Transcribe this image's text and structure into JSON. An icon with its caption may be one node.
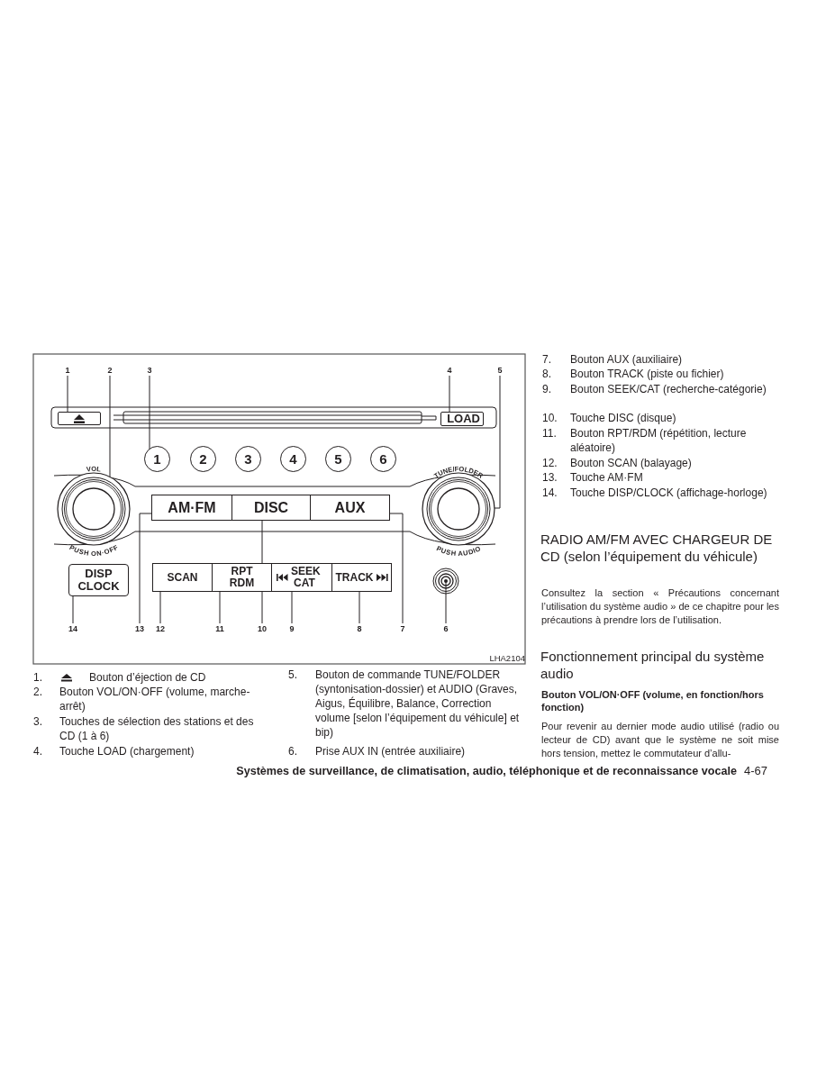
{
  "diagram": {
    "nodes": [
      {
        "text": [
          "1"
        ]
      },
      {
        "text": [
          "2"
        ]
      },
      {
        "text": [
          "3"
        ]
      },
      {
        "text": [
          "4"
        ]
      },
      {
        "text": [
          "5"
        ]
      },
      {
        "text": [
          "6"
        ]
      },
      {
        "text": [
          "7"
        ]
      },
      {
        "text": [
          "8"
        ]
      },
      {
        "text": [
          "9"
        ]
      },
      {
        "text": [
          "10"
        ]
      },
      {
        "text": [
          "11"
        ]
      },
      {
        "text": [
          "12"
        ]
      },
      {
        "text": [
          "13"
        ]
      },
      {
        "text": [
          "14"
        ]
      },
      {
        "text": [],
        "shape": "box"
      },
      {
        "text": [
          "VOL",
          "PUSH ON·OFF"
        ]
      },
      {
        "text": [
          "1"
        ]
      },
      {
        "text": [
          "2"
        ]
      },
      {
        "text": [
          "3"
        ]
      },
      {
        "text": [
          "4"
        ]
      },
      {
        "text": [
          "5"
        ]
      },
      {
        "text": [
          "6"
        ]
      },
      {
        "text": [
          "LOAD"
        ]
      },
      {
        "text": [
          "TUNE/FOLDER",
          "PUSH AUDIO"
        ]
      },
      {
        "text": [
          "AM·FM"
        ]
      },
      {
        "text": [
          "DISC"
        ]
      },
      {
        "text": [
          "AUX"
        ]
      },
      {
        "text": [
          "DISP CLOCK"
        ]
      },
      {
        "text": [
          "SCAN"
        ]
      },
      {
        "text": [
          "RPT RDM"
        ]
      },
      {
        "text": [
          "SEEK CAT"
        ]
      },
      {
        "text": [
          "TRACK"
        ]
      },
      {
        "text": [],
        "shape": "circle"
      }
    ],
    "edges": [
      {
        "from": 0,
        "to": 14,
        "arrow": "other"
      },
      {
        "from": 1,
        "to": 15,
        "arrow": "other"
      },
      {
        "from": 2,
        "to": 16,
        "arrow": "other"
      },
      {
        "from": 3,
        "to": 22,
        "arrow": "other"
      },
      {
        "from": 4,
        "to": 23,
        "arrow": "other"
      },
      {
        "from": 5,
        "to": 32,
        "arrow": "other"
      },
      {
        "from": 6,
        "to": 26,
        "arrow": "other"
      },
      {
        "from": 7,
        "to": 31,
        "arrow": "other"
      },
      {
        "from": 8,
        "to": 30,
        "arrow": "other"
      },
      {
        "from": 9,
        "to": 25,
        "arrow": "other"
      },
      {
        "from": 10,
        "to": 29,
        "arrow": "other"
      },
      {
        "from": 11,
        "to": 28,
        "arrow": "other"
      },
      {
        "from": 12,
        "to": 24,
        "arrow": "other"
      },
      {
        "from": 13,
        "to": 27,
        "arrow": "other"
      }
    ],
    "labels": [
      "LHA2104",
      "1.",
      "Bouton d’éjection de CD",
      "2.",
      "Bouton VOL/ON·OFF (volume, marche-arrêt)",
      "3.",
      "Touches de sélection des stations et des CD (1 à 6)",
      "4.",
      "Touche LOAD (chargement)",
      "5.",
      "Bouton de commande TUNE/FOLDER (syntonisation-dossier) et AUDIO (Graves, Aigus, Équilibre, Balance, Correction volume [selon l’équipement du véhicule] et bip)",
      "6.",
      "Prise AUX IN (entrée auxiliaire)",
      "7.",
      "Bouton AUX (auxiliaire)",
      "8.",
      "Bouton TRACK (piste ou fichier)",
      "9.",
      "Bouton SEEK/CAT (recherche-catégorie)",
      "10.",
      "Touche DISC (disque)",
      "11.",
      "Bouton RPT/RDM (répétition, lecture aléatoire)",
      "12.",
      "Bouton SCAN (balayage)",
      "13.",
      "Touche AM·FM",
      "14.",
      "Touche DISP/CLOCK (affichage-horloge)",
      "RADIO AM/FM AVEC CHARGEUR DE CD (selon l’équipement du véhicule)",
      "Consultez la section « Précautions concernant l’utilisation du système audio » de ce chapitre pour les précautions à prendre lors de l’utilisation.",
      "Fonctionnement principal du système audio",
      "Bouton VOL/ON·OFF (volume, en fonction/hors fonction)",
      "Pour revenir au dernier mode audio utilisé (radio ou lecteur de CD) avant que le système ne soit mise hors tension, mettez le commutateur d’allu-",
      "Systèmes de surveillance, de climatisation, audio, téléphonique et de reconnaissance vocale",
      "4-67"
    ]
  }
}
